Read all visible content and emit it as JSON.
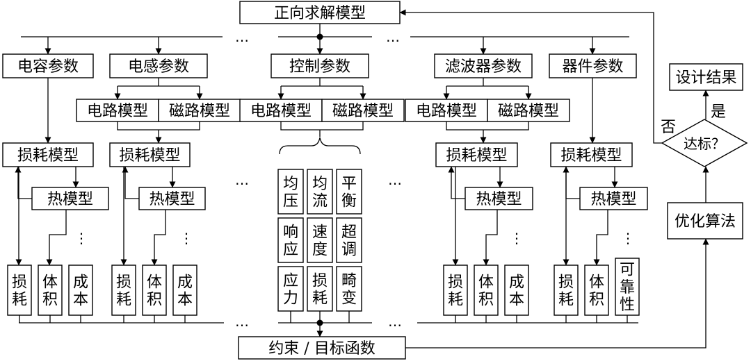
{
  "top_model": "正向求解模型",
  "objective": "约束 / 目标函数",
  "params": {
    "capacitor": "电容参数",
    "inductor": "电感参数",
    "control": "控制参数",
    "filter": "滤波器参数",
    "device": "器件参数"
  },
  "circuit_model": "电路模型",
  "magnetic_model": "磁路模型",
  "loss_model": "损耗模型",
  "thermal_model": "热模型",
  "indicators": {
    "loss": [
      "损",
      "耗"
    ],
    "volume": [
      "体",
      "积"
    ],
    "cost": [
      "成",
      "本"
    ],
    "reliability": [
      "可",
      "靠",
      "性"
    ]
  },
  "control_indicators": [
    [
      "均",
      "压"
    ],
    [
      "均",
      "流"
    ],
    [
      "平",
      "衡"
    ],
    [
      "响",
      "应"
    ],
    [
      "速",
      "度"
    ],
    [
      "超",
      "调"
    ],
    [
      "应",
      "力"
    ],
    [
      "损",
      "耗"
    ],
    [
      "畸",
      "变"
    ]
  ],
  "ellipsis_h": "…",
  "ellipsis_v": "⋮",
  "right": {
    "result": "设计结果",
    "decision": "达标？",
    "yes": "是",
    "no": "否",
    "optimizer": "优化算法"
  }
}
